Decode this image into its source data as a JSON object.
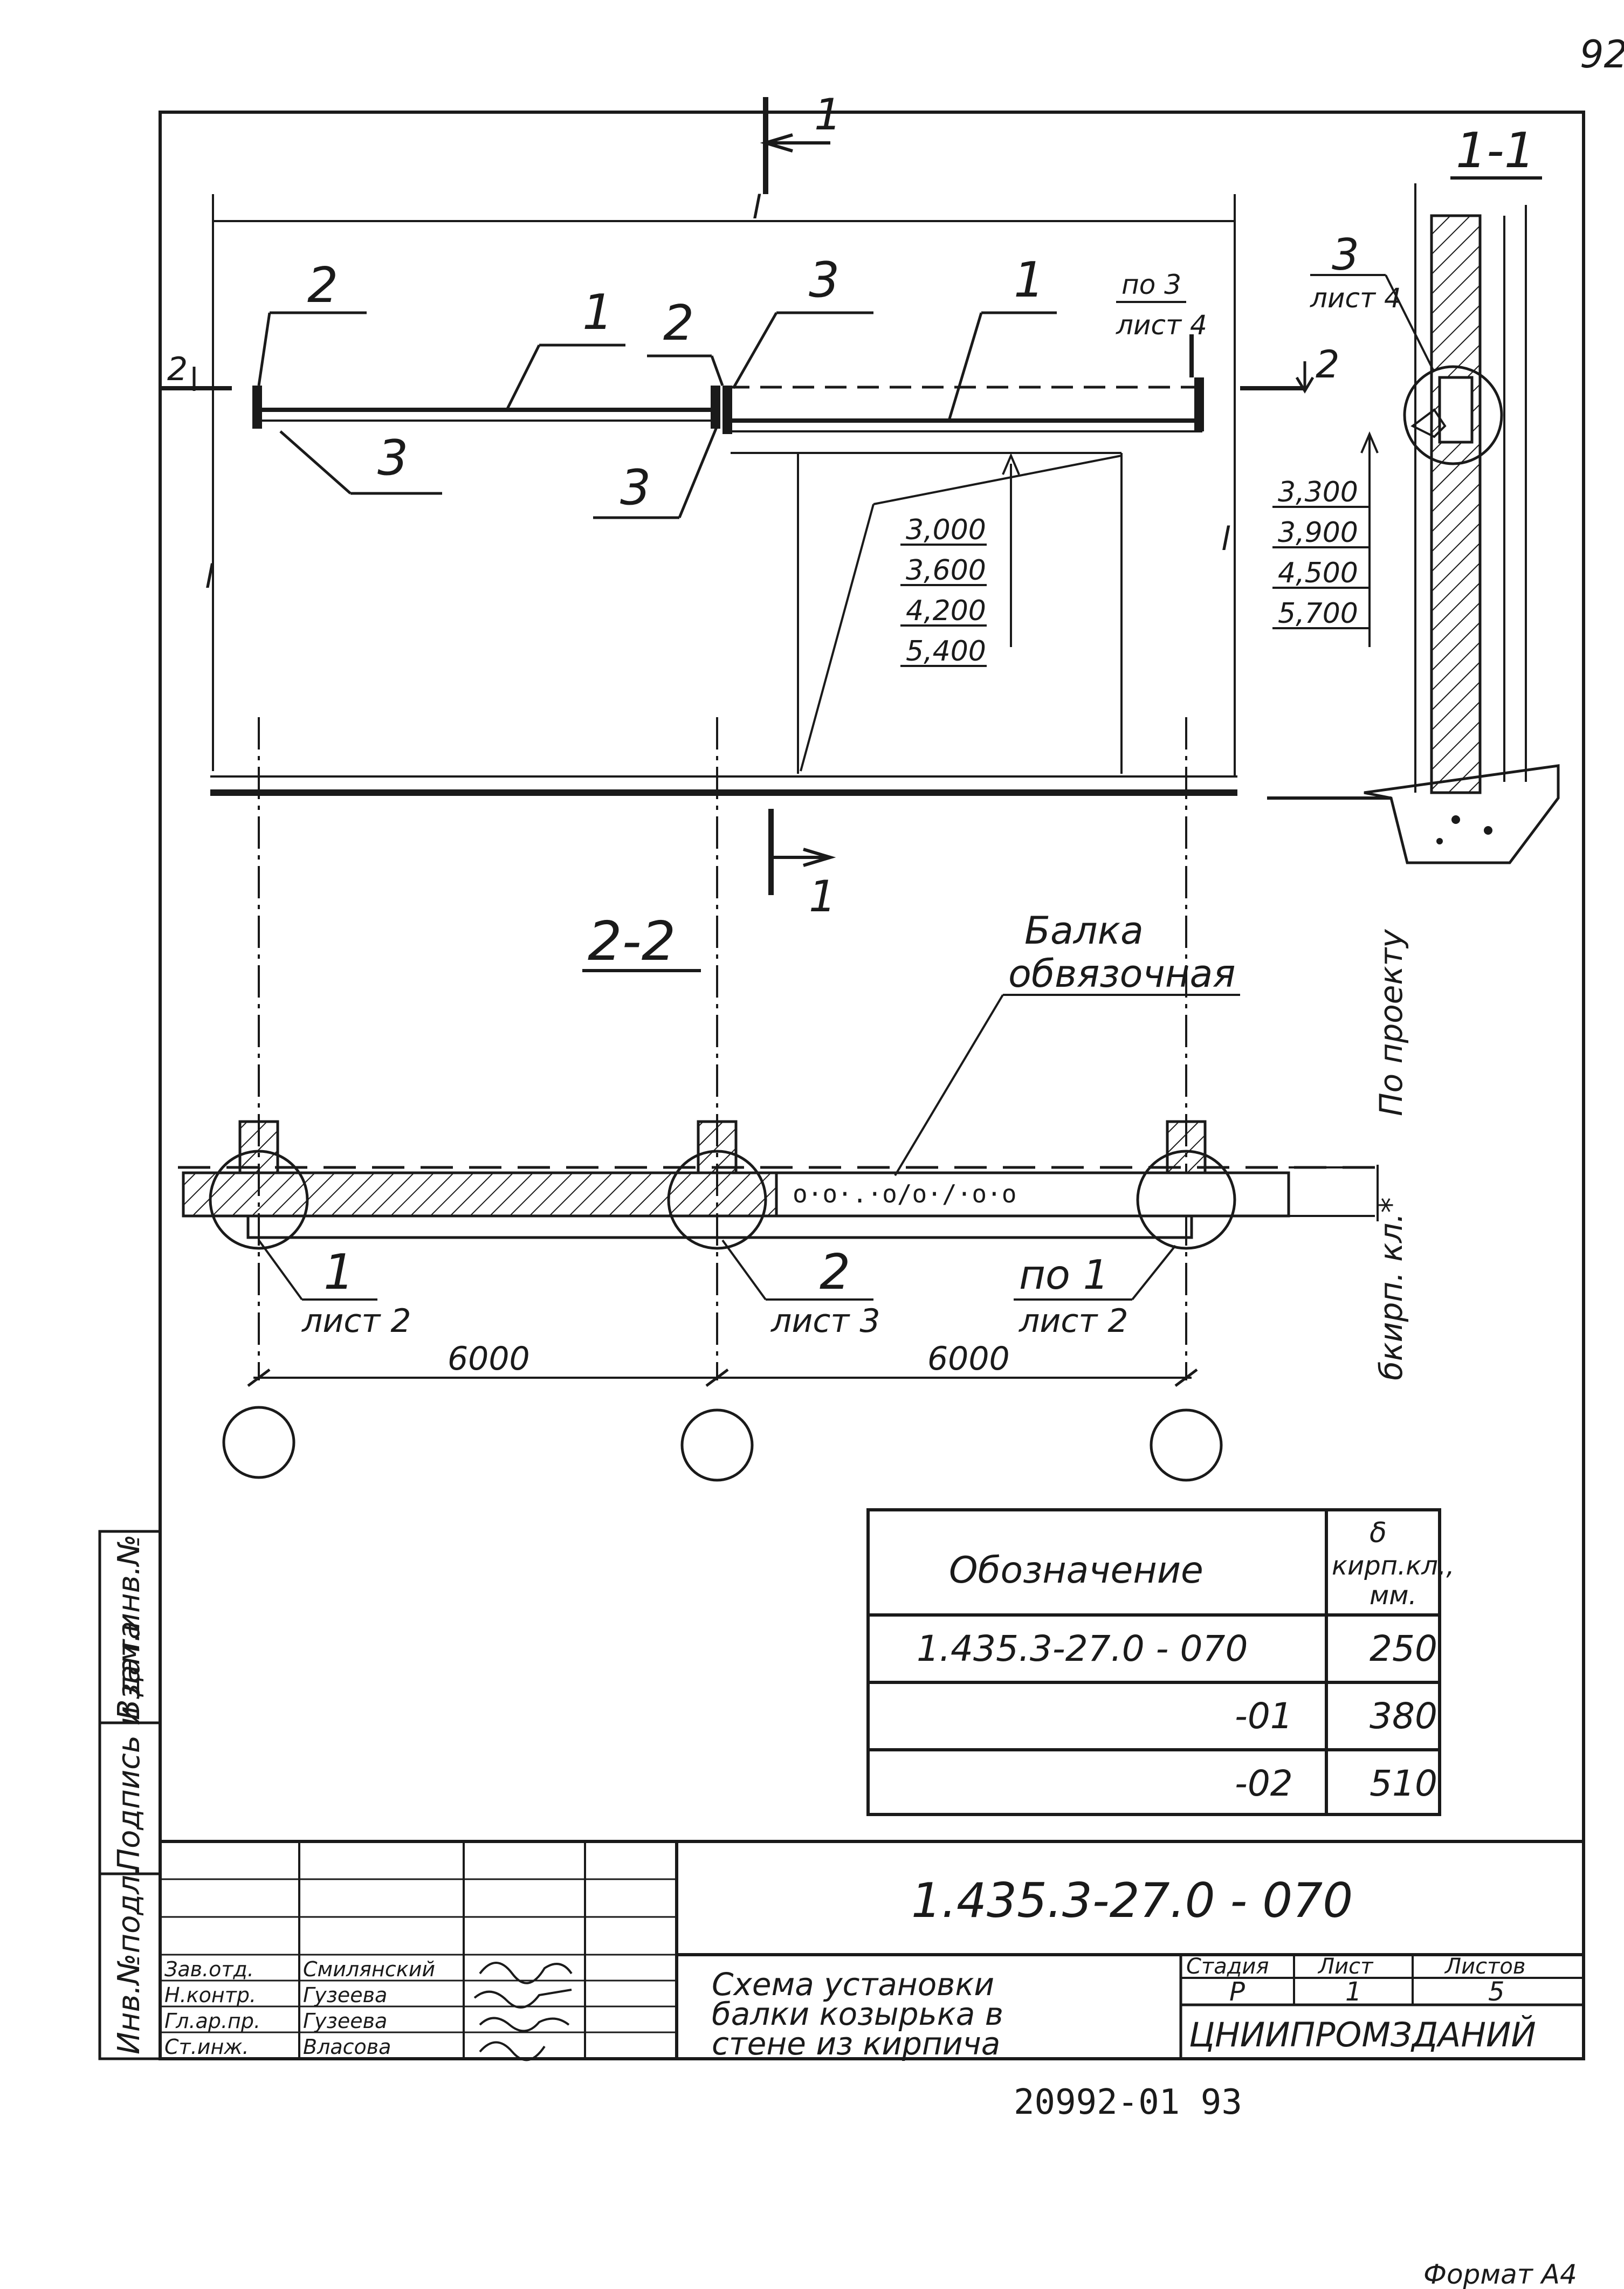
{
  "corner_page_number": "92",
  "section_markers": {
    "cut_1_label": "1",
    "cut_1_bottom_label": "1",
    "section_1_1_title": "1-1",
    "section_2_2_title": "2-2",
    "cut_2_label": "2",
    "cut_2_right_label": "2"
  },
  "elevation": {
    "callout_2_left": "2",
    "callout_1_left": "1",
    "callout_3_left": "3",
    "callout_2_mid": "2",
    "callout_3_mid_top": "3",
    "callout_3_mid_bottom": "3",
    "callout_1_right": "1",
    "callout_po3_line1": "по 3",
    "callout_po3_line2": "лист 4",
    "dim_top_l": "l",
    "dim_left_l": "l",
    "dim_right_l": "l",
    "heights_left": [
      "3,000",
      "3,600",
      "4,200",
      "5,400"
    ],
    "heights_right": [
      "3,300",
      "3,900",
      "4,500",
      "5,700"
    ]
  },
  "section_1_1": {
    "callout_3": "3",
    "callout_list4": "лист 4"
  },
  "section_2_2": {
    "beam_label_line1": "Балка",
    "beam_label_line2": "обвязочная",
    "side_label_project": "По проекту",
    "side_label_brick": "бкирп. кл.*",
    "node_1_num": "1",
    "node_1_sheet": "лист 2",
    "node_2_num": "2",
    "node_2_sheet": "лист 3",
    "node_3_num": "по 1",
    "node_3_sheet": "лист 2",
    "dim_left": "6000",
    "dim_right": "6000"
  },
  "spec_table": {
    "header_designation": "Обозначение",
    "header_thickness_line1": "δ",
    "header_thickness_line2": "кирп.кл.,",
    "header_thickness_line3": "мм.",
    "rows": [
      {
        "designation": "1.435.3-27.0 - 070",
        "thickness": "250"
      },
      {
        "designation": "-01",
        "thickness": "380"
      },
      {
        "designation": "-02",
        "thickness": "510"
      }
    ]
  },
  "left_margin_labels": [
    "Инв.№подл.",
    "Подпись и дата",
    "Взам.инв.№"
  ],
  "title_block": {
    "document_code": "1.435.3-27.0 - 070",
    "drawing_title_lines": [
      "Схема установки",
      "балки козырька в",
      "стене из кирпича"
    ],
    "stage_header": "Стадия",
    "sheet_header": "Лист",
    "sheets_header": "Листов",
    "stage_value": "Р",
    "sheet_value": "1",
    "sheets_value": "5",
    "organization": "ЦНИИПРОМЗДАНИЙ",
    "signatures": [
      {
        "role": "Зав.отд.",
        "name": "Смилянский"
      },
      {
        "role": "Н.контр.",
        "name": "Гузеева"
      },
      {
        "role": "Гл.ар.пр.",
        "name": "Гузеева"
      },
      {
        "role": "Ст.инж.",
        "name": "Власова"
      }
    ]
  },
  "archive_number": "20992-01  93",
  "format_label": "Формат А4"
}
